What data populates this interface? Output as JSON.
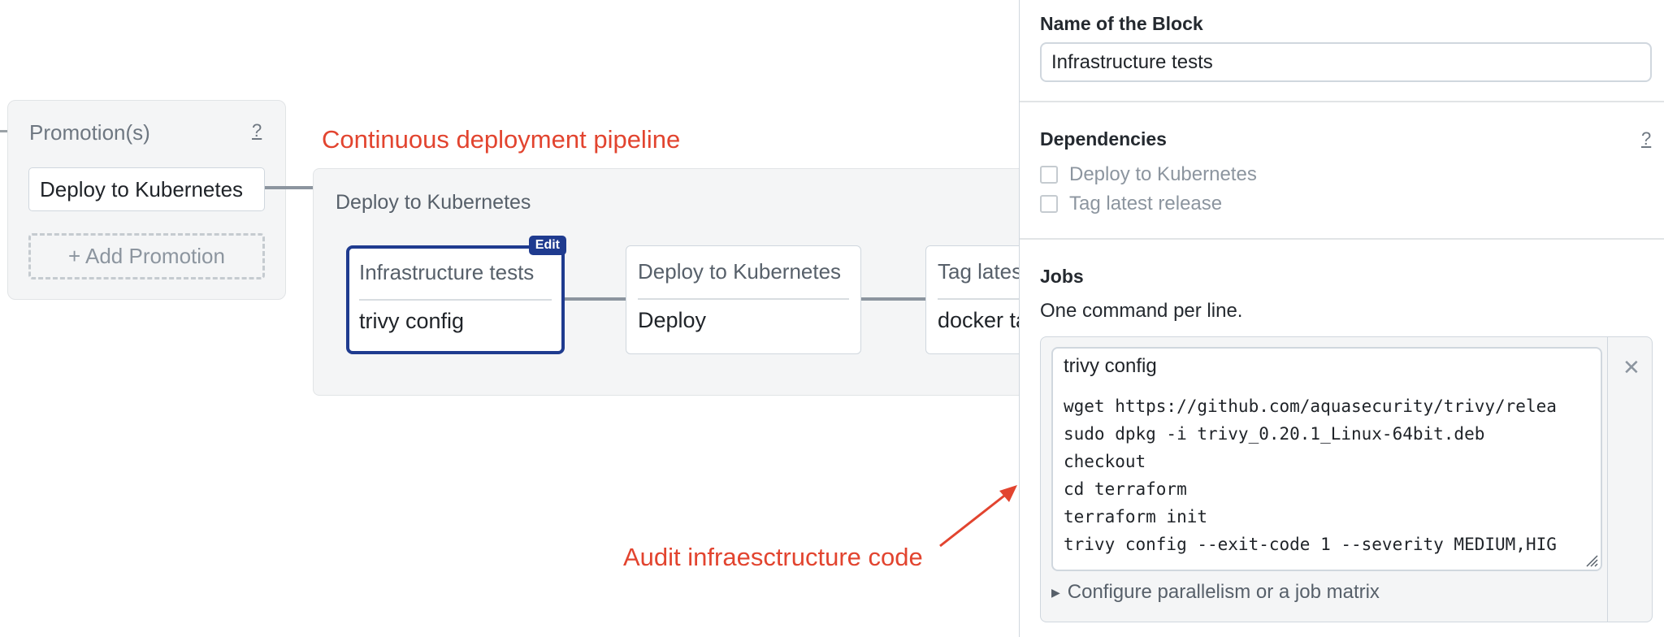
{
  "canvas": {
    "annotation_pipeline": "Continuous deployment pipeline",
    "annotation_audit": "Audit infraesctructure code",
    "promotions": {
      "title": "Promotion(s)",
      "help": "?",
      "item": "Deploy to Kubernetes",
      "add_button": "+ Add Promotion"
    },
    "pipeline": {
      "title": "Deploy to Kubernetes",
      "blocks": [
        {
          "name": "Infrastructure tests",
          "job": "trivy config",
          "badge": "Edit"
        },
        {
          "name": "Deploy to Kubernetes",
          "job": "Deploy"
        },
        {
          "name": "Tag latest release",
          "job": "docker tag"
        }
      ]
    }
  },
  "panel": {
    "name_label": "Name of the Block",
    "name_value": "Infrastructure tests",
    "dependencies_label": "Dependencies",
    "dependencies_help": "?",
    "dependencies": [
      {
        "label": "Deploy to Kubernetes",
        "checked": false
      },
      {
        "label": "Tag latest release",
        "checked": false
      }
    ],
    "jobs_label": "Jobs",
    "jobs_help": "One command per line.",
    "job": {
      "name": "trivy config",
      "remove_icon": "close-icon",
      "commands": [
        "wget https://github.com/aquasecurity/trivy/relea",
        "sudo dpkg -i trivy_0.20.1_Linux-64bit.deb",
        "checkout",
        "cd terraform",
        "terraform init",
        "trivy config --exit-code 1 --severity MEDIUM,HIG"
      ],
      "parallelism": "Configure parallelism or a job matrix"
    }
  },
  "colors": {
    "annotation": "#e2442f",
    "selected_block": "#1f3b8f",
    "connector": "#8c959f"
  }
}
